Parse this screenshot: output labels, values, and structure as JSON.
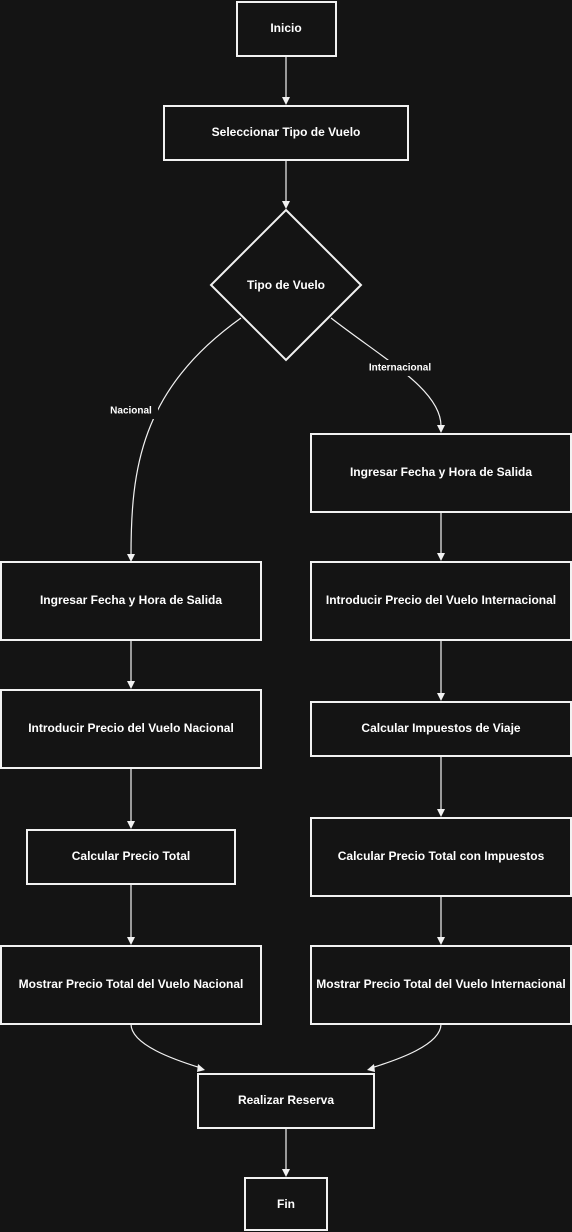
{
  "nodes": {
    "start": "Inicio",
    "select_type": "Seleccionar Tipo de Vuelo",
    "decision": "Tipo de Vuelo",
    "int_date": "Ingresar Fecha y Hora de Salida",
    "int_price": "Introducir Precio del Vuelo Internacional",
    "int_taxes": "Calcular Impuestos de Viaje",
    "int_total": "Calcular Precio Total con Impuestos",
    "int_show": "Mostrar Precio Total del Vuelo Internacional",
    "nat_date": "Ingresar Fecha y Hora de Salida",
    "nat_price": "Introducir Precio del Vuelo Nacional",
    "nat_total": "Calcular Precio Total",
    "nat_show": "Mostrar Precio Total del Vuelo Nacional",
    "reserve": "Realizar Reserva",
    "end": "Fin"
  },
  "edge_labels": {
    "nacional": "Nacional",
    "internacional": "Internacional"
  }
}
